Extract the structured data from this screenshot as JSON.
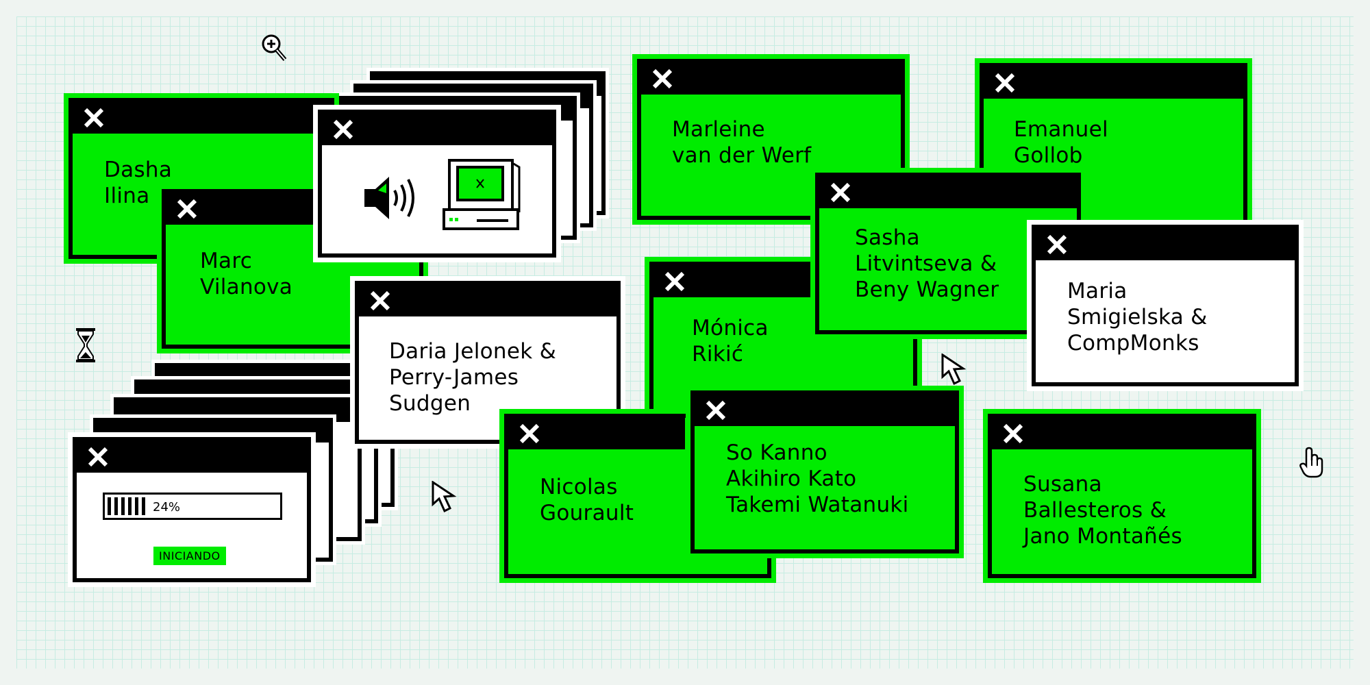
{
  "windows": [
    {
      "id": "dasha",
      "text": "Dasha\nIlina"
    },
    {
      "id": "marc",
      "text": "Marc\nVilanova"
    },
    {
      "id": "marleine",
      "text": "Marleine\nvan der Werf"
    },
    {
      "id": "emanuel",
      "text": "Emanuel\nGollob"
    },
    {
      "id": "sasha",
      "text": "Sasha\nLitvintseva &\nBeny Wagner"
    },
    {
      "id": "maria",
      "text": "Maria\nSmigielska &\nCompMonks"
    },
    {
      "id": "daria",
      "text": "Daria Jelonek &\nPerry-James\nSudgen"
    },
    {
      "id": "monica",
      "text": "Mónica\nRikić"
    },
    {
      "id": "nicolas",
      "text": "Nicolas\nGourault"
    },
    {
      "id": "sokanno",
      "text": "So Kanno\nAkihiro Kato\nTakemi Watanuki"
    },
    {
      "id": "susana",
      "text": "Susana\nBallesteros &\nJano Montañés"
    }
  ],
  "loader": {
    "progress_label": "24%",
    "progress_value": 0.24,
    "status_label": "INICIANDO"
  },
  "icons": {
    "close": "close-icon",
    "speaker": "speaker-icon",
    "computer": "computer-icon",
    "hourglass": "hourglass-icon",
    "zoom": "zoom-in-icon",
    "arrow": "arrow-cursor-icon",
    "hand": "hand-cursor-icon"
  },
  "colors": {
    "green": "#00ec00",
    "black": "#000000",
    "white": "#ffffff",
    "background": "#eef5f1",
    "grid": "#c6ece2"
  }
}
